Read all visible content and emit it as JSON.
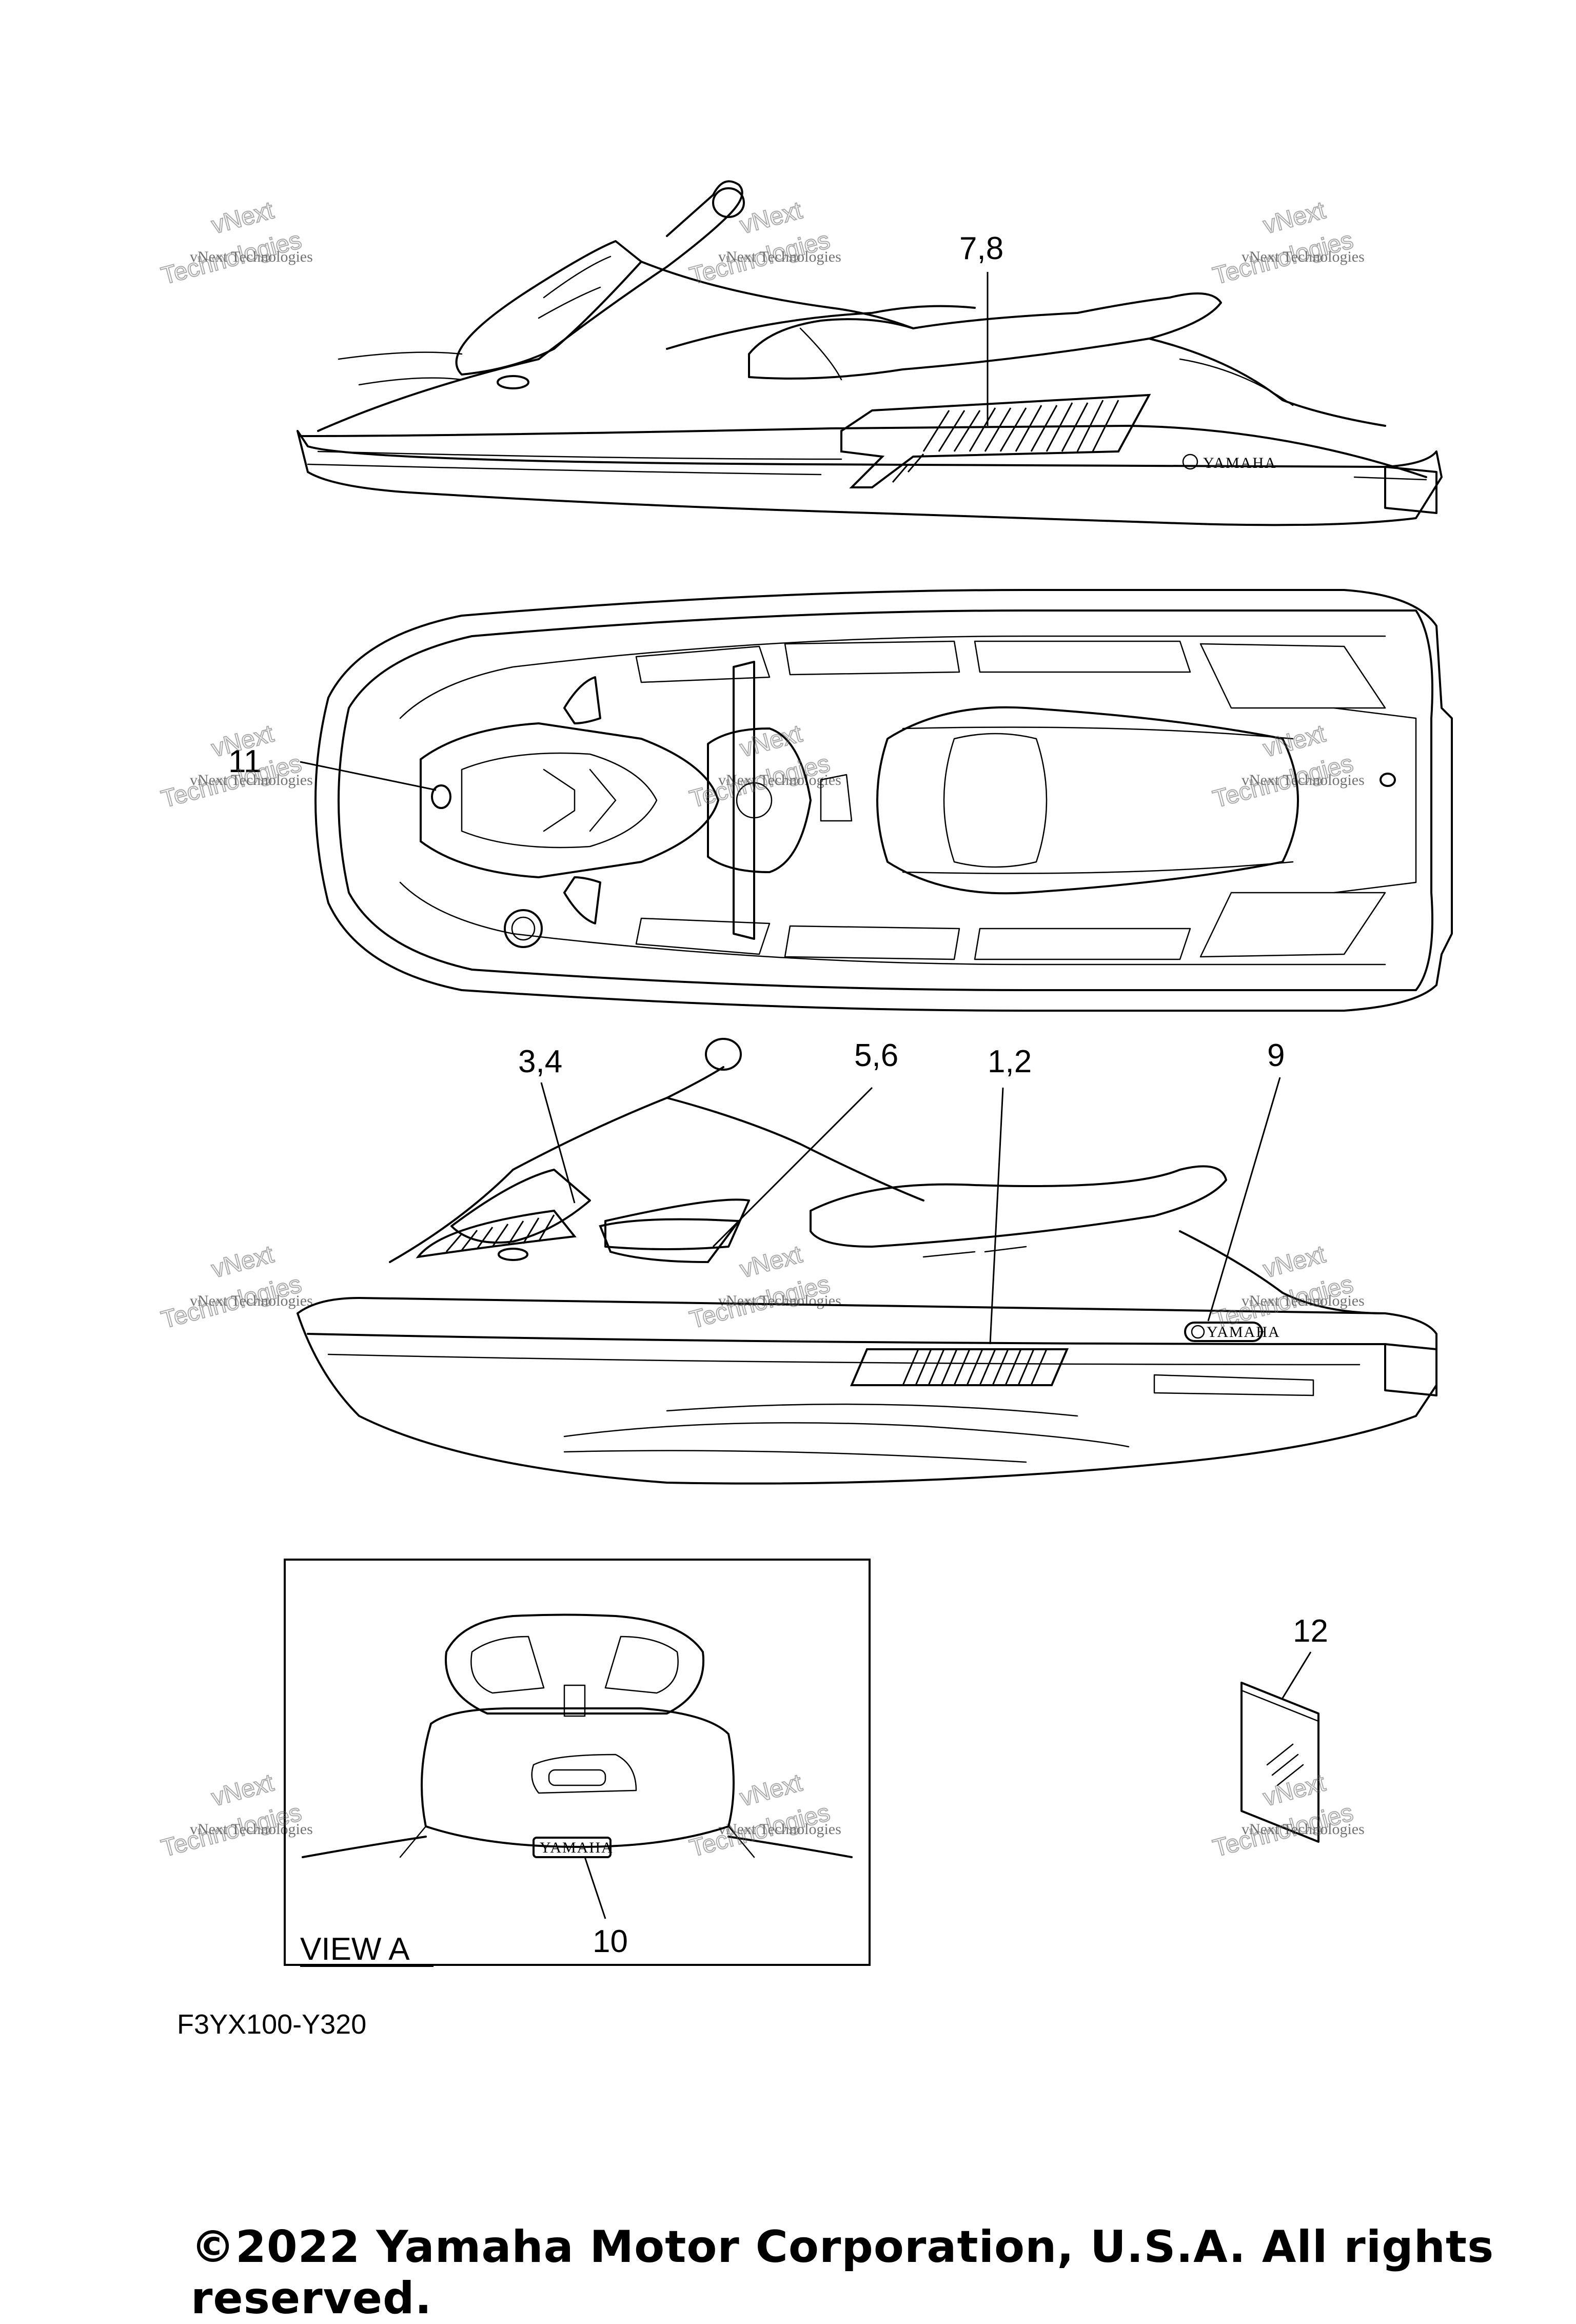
{
  "callouts": {
    "c78": "7,8",
    "c11": "11",
    "c34": "3,4",
    "c56": "5,6",
    "c12b": "1,2",
    "c9": "9",
    "c10": "10",
    "c12": "12"
  },
  "view_label": "VIEW A",
  "drawing_code": "F3YX100-Y320",
  "copyright": "©2022 Yamaha Motor Corporation, U.S.A. All rights reserved.",
  "watermark": {
    "line1": "vNext Technologies",
    "big1": "vNext",
    "big2": "Technologies"
  },
  "logo_text": "YAMAHA"
}
